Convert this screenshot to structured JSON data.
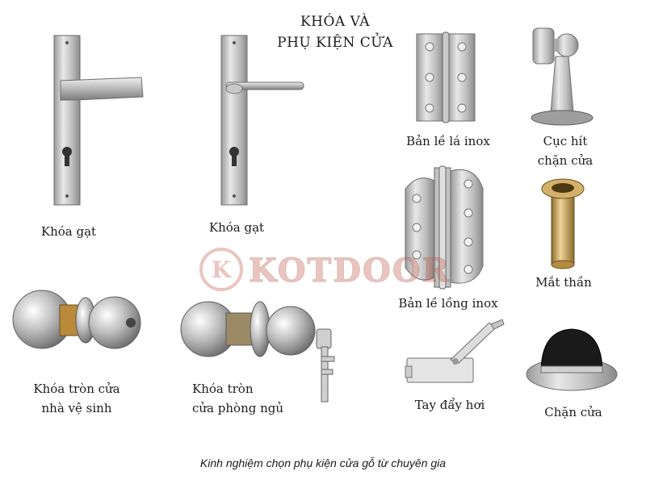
{
  "title": {
    "line1": "KHÓA VÀ",
    "line2": "PHỤ KIỆN CỬA"
  },
  "watermark": {
    "brand": "KOTDOOR",
    "badge_letter": "K",
    "color": "#c96a5a"
  },
  "products": {
    "lever_lock_1": {
      "label": "Khóa gạt"
    },
    "lever_lock_2": {
      "label": "Khóa gạt"
    },
    "leaf_hinge": {
      "label": "Bản lề lá inox"
    },
    "magnetic_stop": {
      "line1": "Cục hít",
      "line2": "chặn cửa"
    },
    "butterfly_hinge": {
      "label": "Bản lề lồng inox"
    },
    "door_viewer": {
      "label": "Mắt thần"
    },
    "knob_bathroom": {
      "line1": "Khóa tròn cửa",
      "line2": "nhà vệ sinh"
    },
    "knob_bedroom": {
      "line1": "Khóa tròn",
      "line2": "cửa phòng ngủ"
    },
    "door_closer": {
      "label": "Tay đẩy hơi"
    },
    "floor_stop": {
      "label": "Chặn cửa"
    }
  },
  "caption": "Kinh nghiệm chọn phụ kiện cửa gỗ từ chuyên gia",
  "colors": {
    "steel_light": "#e6e6e6",
    "steel_mid": "#b3b3b3",
    "steel_dark": "#7d7d7d",
    "brass": "#b88a3a",
    "text": "#1c1c1c"
  }
}
